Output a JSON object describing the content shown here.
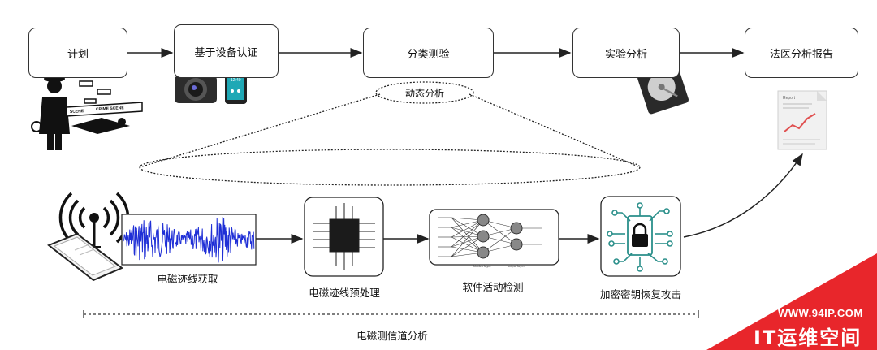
{
  "top_flow": {
    "steps": [
      "计划",
      "基于设备认证",
      "分类测验",
      "实验分析",
      "法医分析报告"
    ],
    "dynamic_label": "动态分析",
    "crime_tape_text": [
      "SCENE",
      "CRIME SCENE"
    ],
    "phone_time": "12:40",
    "report_title": "Report"
  },
  "bottom_flow": {
    "stages": [
      "电磁迹线获取",
      "电磁迹线预处理",
      "软件活动检测",
      "加密密钥恢复攻击"
    ],
    "section_label": "电磁测信道分析",
    "nn_caption": [
      "hidden layer",
      "output layer"
    ]
  },
  "watermark": {
    "url": "WWW.94IP.COM",
    "brand": "IT运维空间"
  },
  "colors": {
    "line": "#222222",
    "waveform": "#1f2fd6",
    "crypto": "#2a8f8a",
    "watermark": "#e8262b"
  }
}
